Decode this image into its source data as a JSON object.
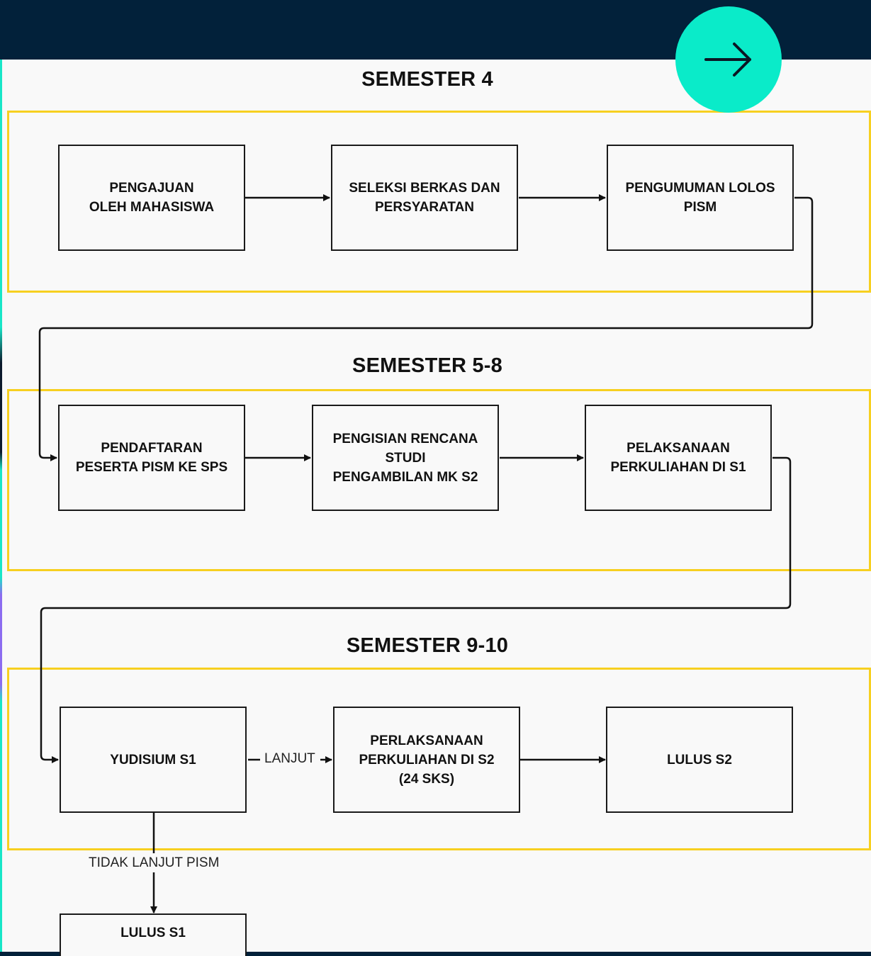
{
  "colors": {
    "header_background": "#02213a",
    "canvas_background": "#f9f9f9",
    "lane_border": "#f7d020",
    "accent_button": "#0aebc9"
  },
  "navigation": {
    "next_icon": "arrow-right-icon"
  },
  "semester_4": {
    "title": "SEMESTER 4",
    "steps": [
      "PENGAJUAN\nOLEH MAHASISWA",
      "SELEKSI BERKAS DAN\nPERSYARATAN",
      "PENGUMUMAN LOLOS\nPISM"
    ]
  },
  "semester_5_8": {
    "title": "SEMESTER 5-8",
    "steps": [
      "PENDAFTARAN\nPESERTA PISM KE SPS",
      "PENGISIAN RENCANA\nSTUDI\nPENGAMBILAN MK S2",
      "PELAKSANAAN\nPERKULIAHAN DI S1"
    ]
  },
  "semester_9_10": {
    "title": "SEMESTER 9-10",
    "steps": [
      "YUDISIUM S1",
      "PERLAKSANAAN\nPERKULIAHAN DI S2\n(24 SKS)",
      "LULUS S2"
    ],
    "continue_label": "LANJUT",
    "stop_label": "TIDAK LANJUT PISM",
    "exit_step": "LULUS S1"
  }
}
